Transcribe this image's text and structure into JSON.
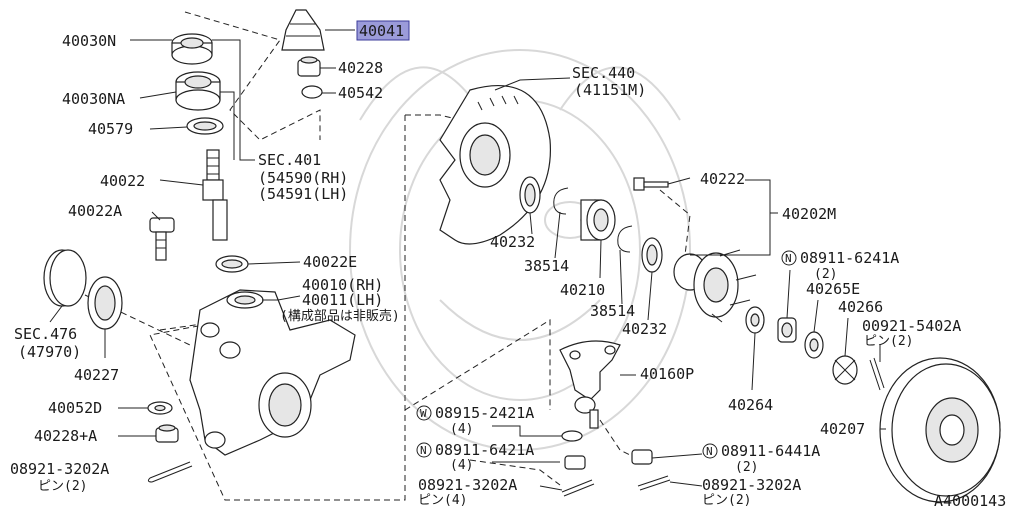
{
  "diagram": {
    "figure_code": "A4000143",
    "highlight_color": "#9b9bd9",
    "labels": {
      "p40030N": "40030N",
      "p40030NA": "40030NA",
      "p40579": "40579",
      "p40022": "40022",
      "p40022A": "40022A",
      "sec476": "SEC.476",
      "sec476_sub": "(47970)",
      "p40227": "40227",
      "p40052D": "40052D",
      "p40228A": "40228+A",
      "p08921_3202A_left": "08921-3202A",
      "pin2_left": "ピン(2)",
      "p40041": "40041",
      "p40228": "40228",
      "p40542": "40542",
      "sec401": "SEC.401",
      "sec401_rh": "(54590(RH)",
      "sec401_lh": "(54591(LH)",
      "p40022E": "40022E",
      "p40010": "40010(RH)",
      "p40011": "40011(LH)",
      "not_sold": "(構成部品は非販売)",
      "sec440": "SEC.440",
      "sec440_sub": "(41151M)",
      "p40232_a": "40232",
      "p38514_a": "38514",
      "p40210": "40210",
      "p38514_b": "38514",
      "p40232_b": "40232",
      "p40222": "40222",
      "p40202M": "40202M",
      "n08911_6241A": "08911-6241A",
      "n08911_6241A_qty": "(2)",
      "p40265E": "40265E",
      "p40266": "40266",
      "p00921_5402A": "00921-5402A",
      "pin2_right": "ピン(2)",
      "p40160P": "40160P",
      "w08915_2421A": "08915-2421A",
      "w08915_2421A_qty": "(4)",
      "n08911_6421A": "08911-6421A",
      "n08911_6421A_qty": "(4)",
      "p08921_3202A_mid": "08921-3202A",
      "pin4_mid": "ピン(4)",
      "n08911_6441A": "08911-6441A",
      "n08911_6441A_qty": "(2)",
      "p08921_3202A_right": "08921-3202A",
      "pin2_bottom_right": "ピン(2)",
      "p40264": "40264",
      "p40207": "40207",
      "circle_W": "W",
      "circle_N": "N"
    }
  }
}
